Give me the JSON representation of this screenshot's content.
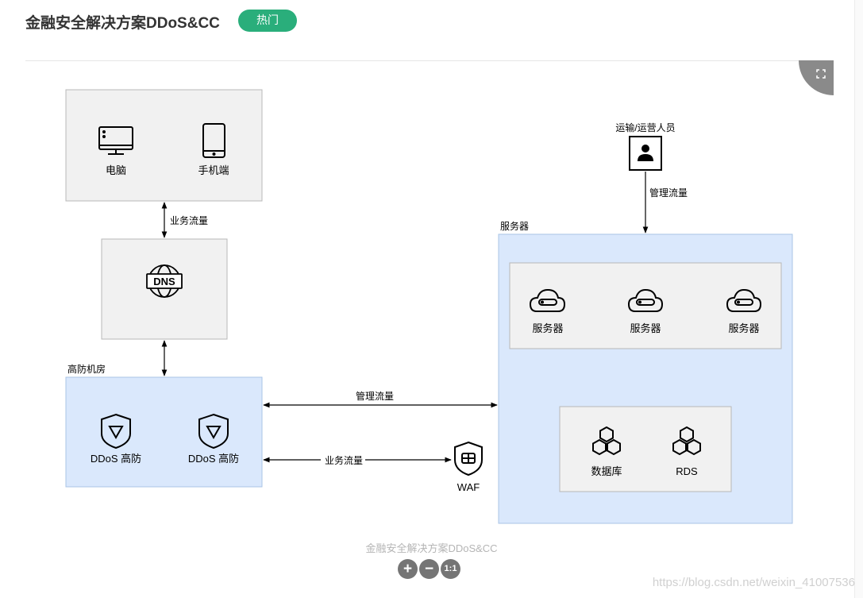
{
  "header": {
    "title": "金融安全解决方案DDoS&CC",
    "badge": "热门"
  },
  "diagram": {
    "clients": {
      "pc_label": "电脑",
      "mobile_label": "手机端"
    },
    "business_flow_label": "业务流量",
    "dns_label": "DNS",
    "ddos_room": {
      "title": "高防机房",
      "items": [
        "DDoS 高防",
        "DDoS 高防"
      ]
    },
    "management_flow_label": "管理流量",
    "business_flow_label_2": "业务流量",
    "waf_label": "WAF",
    "operator_label": "运输/运营人员",
    "operator_flow_label": "管理流量",
    "server_area": {
      "title": "服务器",
      "servers": [
        "服务器",
        "服务器",
        "服务器"
      ],
      "databases": [
        "数据库",
        "RDS"
      ]
    }
  },
  "caption": "金融安全解决方案DDoS&CC",
  "zoom": {
    "in": "+",
    "out": "−",
    "reset": "1:1"
  },
  "watermark": "https://blog.csdn.net/weixin_41007536"
}
